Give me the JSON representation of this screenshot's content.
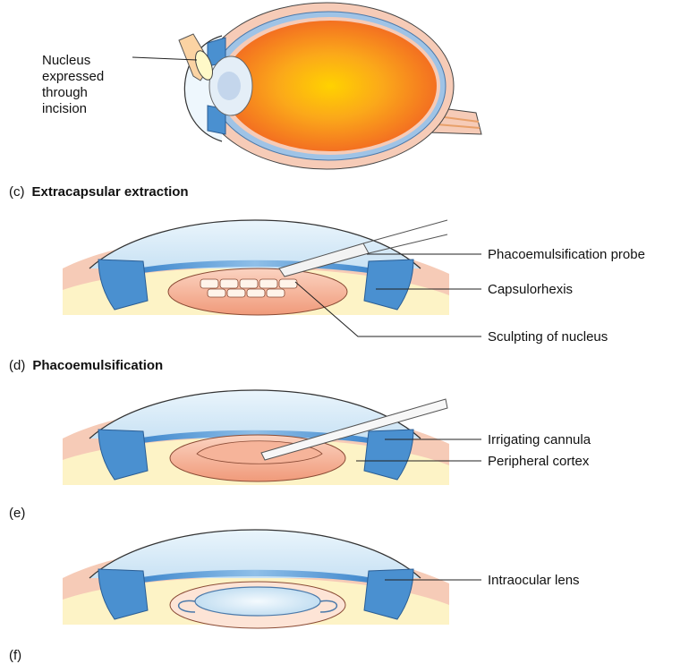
{
  "panel_c": {
    "callout_lines": [
      "Nucleus",
      "expressed",
      "through",
      "incision"
    ],
    "caption_prefix": "(c)",
    "caption_title": "Extracapsular extraction"
  },
  "panel_d": {
    "labels": {
      "probe": "Phacoemulsification probe",
      "capsulorhexis": "Capsulorhexis",
      "sculpting": "Sculpting of nucleus"
    },
    "caption_prefix": "(d)",
    "caption_title": "Phacoemulsification"
  },
  "panel_e": {
    "labels": {
      "cannula": "Irrigating cannula",
      "cortex": "Peripheral cortex"
    },
    "caption_prefix": "(e)"
  },
  "panel_f": {
    "labels": {
      "iol": "Intraocular lens"
    },
    "caption_prefix": "(f)"
  },
  "colors": {
    "globe_orange": "#f7941d",
    "globe_yellow": "#ffd200",
    "sclera_pink": "#f6cbb7",
    "choroid_blue": "#9fc3e6",
    "iris_blue": "#4a90d0",
    "lens_peach": "#f2a88c",
    "cornea_blue": "#d8ebf7",
    "vitreous_cream": "#fdf3c6"
  }
}
